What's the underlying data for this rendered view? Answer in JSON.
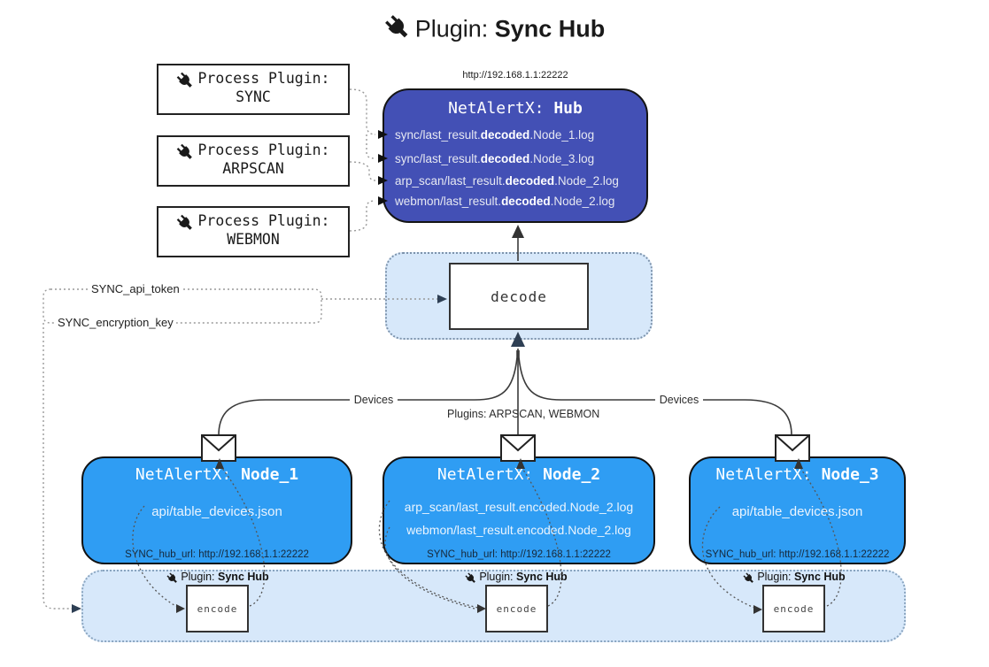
{
  "title": {
    "prefix": "Plugin: ",
    "bold": "Sync Hub"
  },
  "hub": {
    "url": "http://192.168.1.1:22222",
    "name_prefix": "NetAlertX: ",
    "name_bold": "Hub",
    "logs": [
      {
        "pre": "sync/last_result.",
        "bold": "decoded",
        "post": ".Node_1.log"
      },
      {
        "pre": "sync/last_result.",
        "bold": "decoded",
        "post": ".Node_3.log"
      },
      {
        "pre": "arp_scan/last_result.",
        "bold": "decoded",
        "post": ".Node_2.log"
      },
      {
        "pre": "webmon/last_result.",
        "bold": "decoded",
        "post": ".Node_2.log"
      }
    ]
  },
  "process_plugins": [
    {
      "label": "Process Plugin:",
      "name": "SYNC"
    },
    {
      "label": "Process Plugin:",
      "name": "ARPSCAN"
    },
    {
      "label": "Process Plugin:",
      "name": "WEBMON"
    }
  ],
  "decode": {
    "label": "decode"
  },
  "config": {
    "api_token": "SYNC_api_token",
    "encryption_key": "SYNC_encryption_key"
  },
  "edges": {
    "devices_left": "Devices",
    "devices_right": "Devices",
    "plugins": "Plugins: ARPSCAN, WEBMON"
  },
  "nodes": [
    {
      "name_prefix": "NetAlertX: ",
      "name_bold": "Node_1",
      "line1": "api/table_devices.json",
      "hub_url": "SYNC_hub_url: http://192.168.1.1:22222"
    },
    {
      "name_prefix": "NetAlertX: ",
      "name_bold": "Node_2",
      "line1": "arp_scan/last_result.encoded.Node_2.log",
      "line2": "webmon/last_result.encoded.Node_2.log",
      "hub_url": "SYNC_hub_url: http://192.168.1.1:22222"
    },
    {
      "name_prefix": "NetAlertX: ",
      "name_bold": "Node_3",
      "line1": "api/table_devices.json",
      "hub_url": "SYNC_hub_url: http://192.168.1.1:22222"
    }
  ],
  "encoders": [
    {
      "label_prefix": "Plugin: ",
      "label_bold": "Sync Hub",
      "box": "encode"
    },
    {
      "label_prefix": "Plugin: ",
      "label_bold": "Sync Hub",
      "box": "encode"
    },
    {
      "label_prefix": "Plugin: ",
      "label_bold": "Sync Hub",
      "box": "encode"
    }
  ],
  "colors": {
    "hub_fill": "#4350b5",
    "node_fill": "#2f9df3",
    "panel_fill": "#d7e8fa",
    "panel_border": "#7d93ac",
    "arrow_dark": "#2e3f54",
    "line": "#3b3b3b"
  }
}
